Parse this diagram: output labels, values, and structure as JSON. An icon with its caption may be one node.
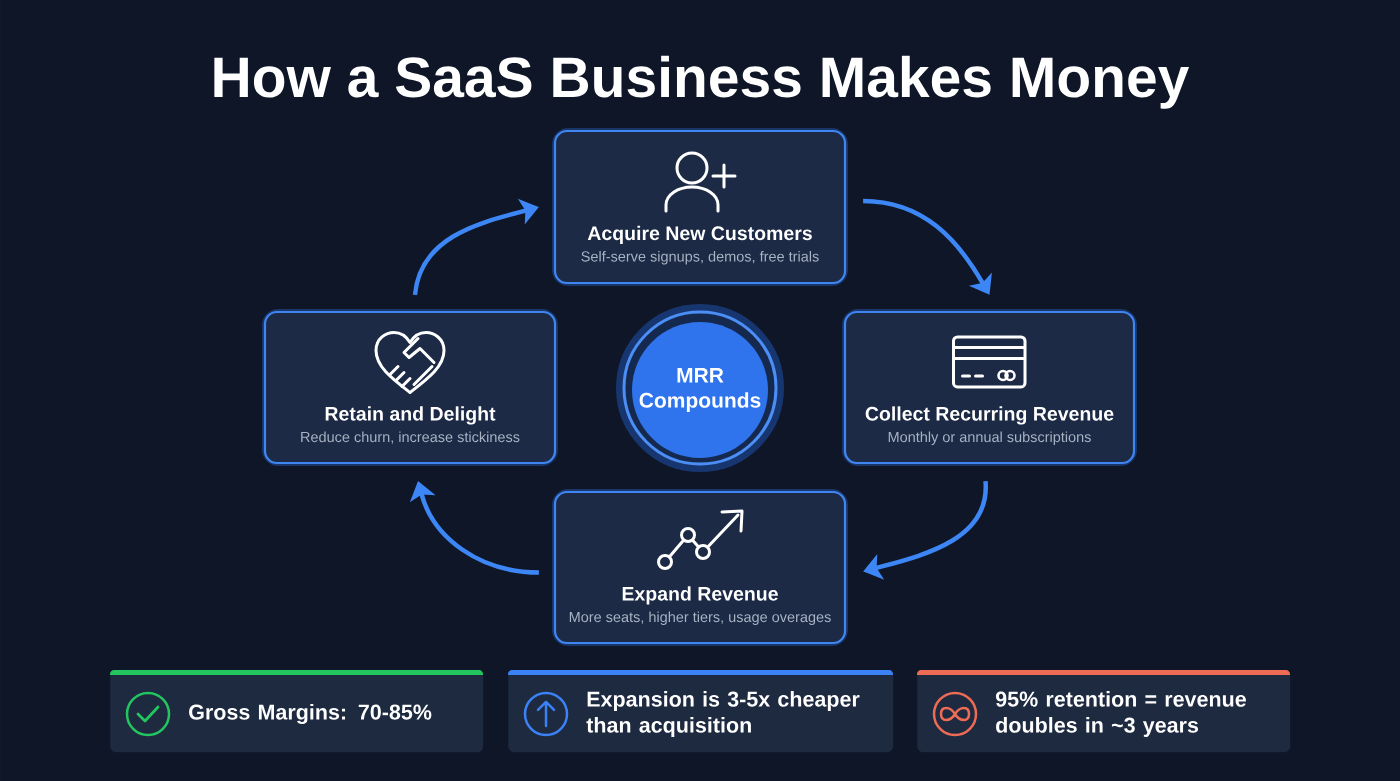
{
  "diagram": {
    "title": "How a SaaS Business Makes Money",
    "nodes": [
      {
        "text": [
          "Acquire New Customers",
          "Self-serve signups, demos, free trials"
        ]
      },
      {
        "text": [
          "Retain and Delight",
          "Reduce churn, increase stickiness"
        ]
      },
      {
        "text": [
          "MRR Compounds"
        ]
      },
      {
        "text": [
          "Collect Recurring Revenue",
          "Monthly or annual subscriptions"
        ]
      },
      {
        "text": [
          "Expand Revenue",
          "More seats, higher tiers, usage overages"
        ]
      },
      {
        "text": [
          "Gross Margins: 70-85%"
        ]
      },
      {
        "text": [
          "Expansion is 3-5x cheaper than acquisition"
        ]
      },
      {
        "text": [
          "95% retention = revenue doubles in ~3 years"
        ]
      }
    ],
    "edges": [
      {
        "from": 0,
        "to": 3,
        "arrow": "to"
      },
      {
        "from": 3,
        "to": 4,
        "arrow": "to"
      },
      {
        "from": 4,
        "to": 1,
        "arrow": "to"
      },
      {
        "from": 1,
        "to": 0,
        "arrow": "to"
      }
    ]
  }
}
